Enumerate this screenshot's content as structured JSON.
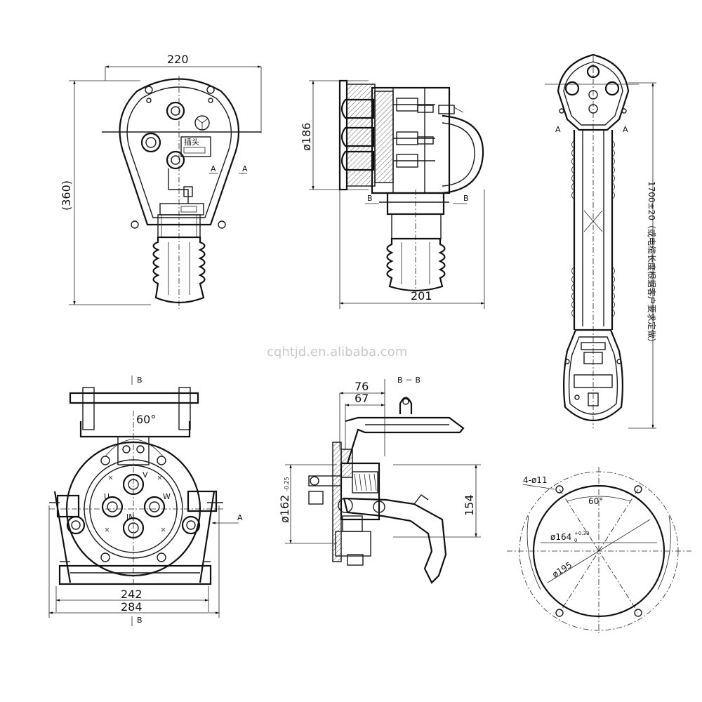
{
  "views": {
    "front": {
      "width_dim": "220",
      "height_dim": "(360)",
      "plug_label": "插头",
      "section_mark": "A"
    },
    "side": {
      "diameter_dim": "ø186",
      "width_dim": "201",
      "section_mark": "B"
    },
    "cable": {
      "length_note": "1700±20（或电缆长度根据客户要求定做）"
    },
    "socket_front": {
      "angle_dim": "60°",
      "width_inner_dim": "242",
      "width_outer_dim": "284",
      "section_mark": "B",
      "arrow_mark": "A",
      "terminals": [
        "V",
        "U",
        "W",
        "IN"
      ]
    },
    "section_bb": {
      "title": "B － B",
      "dim_76": "76",
      "dim_67": "67",
      "dim_162_main": "ø162",
      "dim_162_tol": "-0.25",
      "dim_154": "154"
    },
    "flange": {
      "holes_label": "4-ø11",
      "angle_dim": "60°",
      "dim_164_main": "ø164",
      "dim_164_tol": "+0.38",
      "dim_164_tol2": "0",
      "dim_195": "ø195"
    }
  },
  "watermark": "cqhtjd.en.alibaba.com"
}
